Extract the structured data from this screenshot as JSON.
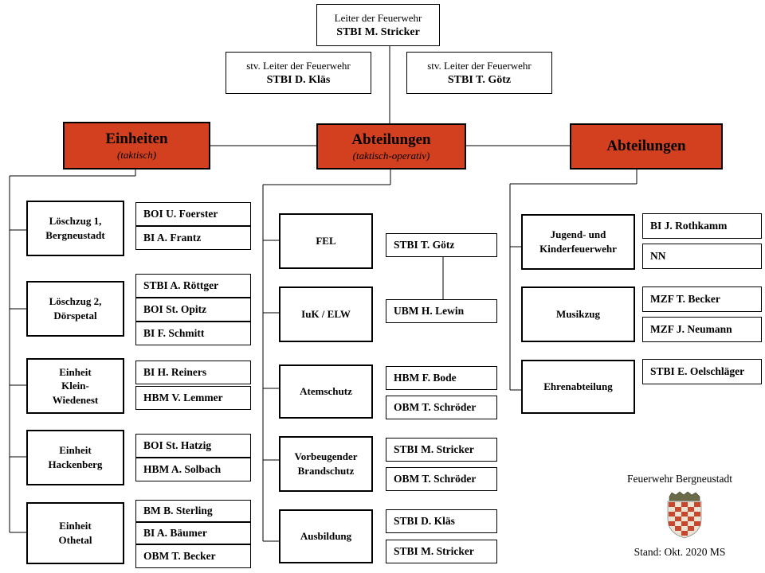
{
  "leader": {
    "title": "Leiter der Feuerwehr",
    "name": "STBI M. Stricker"
  },
  "deputies": [
    {
      "title": "stv. Leiter der Feuerwehr",
      "name": "STBI D. Kläs"
    },
    {
      "title": "stv. Leiter der Feuerwehr",
      "name": "STBI T. Götz"
    }
  ],
  "headers": {
    "units": {
      "title": "Einheiten",
      "subtitle": "(taktisch)"
    },
    "departments_operative": {
      "title": "Abteilungen",
      "subtitle": "(taktisch-operativ)"
    },
    "departments": {
      "title": "Abteilungen"
    }
  },
  "units": [
    {
      "name": "Löschzug 1,\nBergneustadt",
      "people": [
        "BOI U. Foerster",
        "BI A. Frantz"
      ]
    },
    {
      "name": "Löschzug 2,\nDörspetal",
      "people": [
        "STBI A. Röttger",
        "BOI St. Opitz",
        "BI F. Schmitt"
      ]
    },
    {
      "name": "Einheit\nKlein-\nWiedenest",
      "people": [
        "BI H. Reiners",
        "HBM V. Lemmer"
      ]
    },
    {
      "name": "Einheit\nHackenberg",
      "people": [
        "BOI St. Hatzig",
        "HBM A. Solbach"
      ]
    },
    {
      "name": "Einheit\nOthetal",
      "people": [
        "BM B. Sterling",
        "BI A. Bäumer",
        "OBM T. Becker"
      ]
    }
  ],
  "operative_departments": [
    {
      "name": "FEL",
      "people": [
        "STBI T. Götz"
      ]
    },
    {
      "name": "IuK / ELW",
      "people": [
        "UBM  H. Lewin"
      ]
    },
    {
      "name": "Atemschutz",
      "people": [
        "HBM F. Bode",
        "OBM  T. Schröder"
      ]
    },
    {
      "name": "Vorbeugender\nBrandschutz",
      "people": [
        "STBI M. Stricker",
        "OBM T. Schröder"
      ]
    },
    {
      "name": "Ausbildung",
      "people": [
        "STBI D. Kläs",
        "STBI M. Stricker"
      ]
    }
  ],
  "departments": [
    {
      "name": "Jugend- und\nKinderfeuerwehr",
      "people": [
        "BI J. Rothkamm",
        "NN"
      ]
    },
    {
      "name": "Musikzug",
      "people": [
        "MZF T. Becker",
        "MZF J. Neumann"
      ]
    },
    {
      "name": "Ehrenabteilung",
      "people": [
        "STBI E. Oelschläger"
      ]
    }
  ],
  "footer": {
    "org_name": "Feuerwehr  Bergneustadt",
    "status": "Stand:  Okt. 2020 MS",
    "logo": "bergneustadt-coat-of-arms"
  },
  "colors": {
    "header_fill": "#d2401f",
    "line": "#000000"
  }
}
